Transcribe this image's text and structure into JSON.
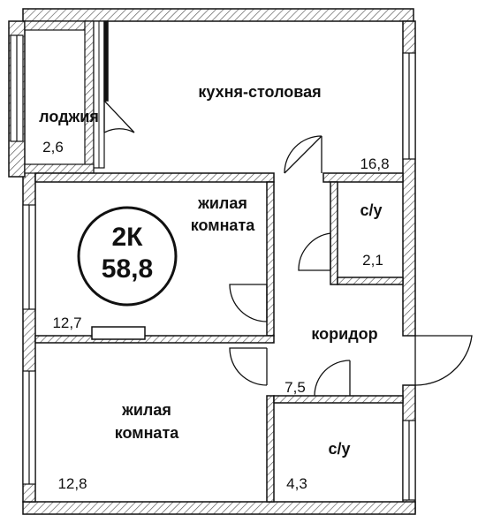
{
  "apartment": {
    "type_code": "2К",
    "total_area": "58,8"
  },
  "rooms": {
    "kitchen": {
      "name": "кухня-столовая",
      "area": "16,8"
    },
    "loggia": {
      "name": "лоджия",
      "area": "2,6"
    },
    "living_room_1": {
      "name_line1": "жилая",
      "name_line2": "комната",
      "area": "12,7"
    },
    "living_room_2": {
      "name_line1": "жилая",
      "name_line2": "комната",
      "area": "12,8"
    },
    "bathroom_small": {
      "name": "с/у",
      "area": "2,1"
    },
    "corridor": {
      "name": "коридор",
      "area": "7,5"
    },
    "bathroom_large": {
      "name": "с/у",
      "area": "4,3"
    }
  },
  "colors": {
    "wall": "#111111",
    "hatch": "#555555",
    "background": "#ffffff"
  }
}
